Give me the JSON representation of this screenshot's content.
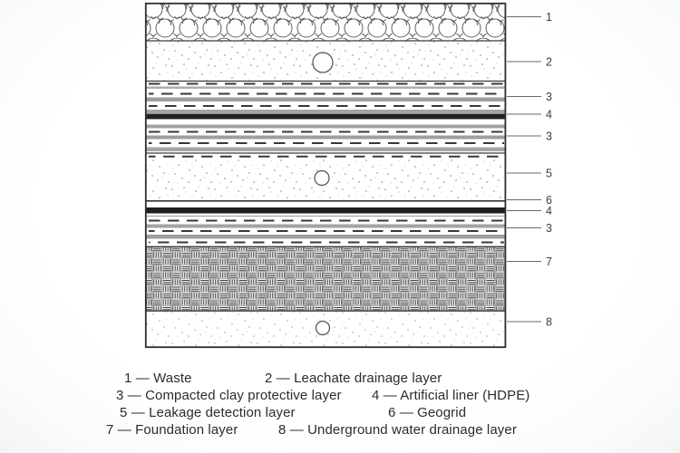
{
  "diagram": {
    "leader_labels": [
      "1",
      "2",
      "3",
      "4",
      "3",
      "5",
      "6",
      "4",
      "3",
      "7",
      "8"
    ]
  },
  "legend": {
    "items": [
      {
        "number": "1",
        "label": "Waste",
        "text": "1 — Waste"
      },
      {
        "number": "2",
        "label": "Leachate drainage layer",
        "text": "2 — Leachate drainage layer"
      },
      {
        "number": "3",
        "label": "Compacted clay protective layer",
        "text": "3 — Compacted clay protective layer"
      },
      {
        "number": "4",
        "label": "Artificial liner (HDPE)",
        "text": "4 — Artificial liner (HDPE)"
      },
      {
        "number": "5",
        "label": "Leakage detection layer",
        "text": "5 — Leakage detection layer"
      },
      {
        "number": "6",
        "label": "Geogrid",
        "text": "6 — Geogrid"
      },
      {
        "number": "7",
        "label": "Foundation layer",
        "text": "7 — Foundation layer"
      },
      {
        "number": "8",
        "label": "Underground water drainage layer",
        "text": "8 — Underground water drainage layer"
      }
    ]
  },
  "colors": {
    "line_dark": "#2e2e2e",
    "hdpe_band": "#1f1f1f",
    "gray_band": "#9e9e9e",
    "leader_line": "#6a6a6a",
    "text": "#2c2c2c",
    "background": "#fcfcfc"
  }
}
